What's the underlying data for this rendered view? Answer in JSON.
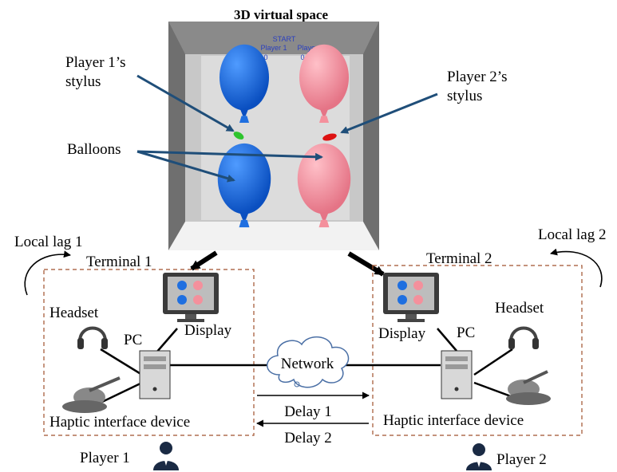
{
  "virtual_space": {
    "title": "3D virtual space",
    "screen_start": "START",
    "screen_player1": "Player 1",
    "screen_player2": "Player 2",
    "screen_score1": "0",
    "screen_score2": "0"
  },
  "labels": {
    "player1_stylus": "Player 1’s stylus",
    "player2_stylus": "Player 2’s stylus",
    "balloons": "Balloons",
    "local_lag_1": "Local lag 1",
    "local_lag_2": "Local lag 2",
    "terminal_1": "Terminal 1",
    "terminal_2": "Terminal 2",
    "headset": "Headset",
    "pc": "PC",
    "display": "Display",
    "network": "Network",
    "haptic": "Haptic interface device",
    "delay_1": "Delay 1",
    "delay_2": "Delay 2",
    "player_1": "Player 1",
    "player_2": "Player 2"
  },
  "colors": {
    "blue_balloon": "#1f6fe0",
    "pink_balloon": "#f4909c",
    "arrow": "#1f4e79",
    "box_border": "#a0522d"
  }
}
